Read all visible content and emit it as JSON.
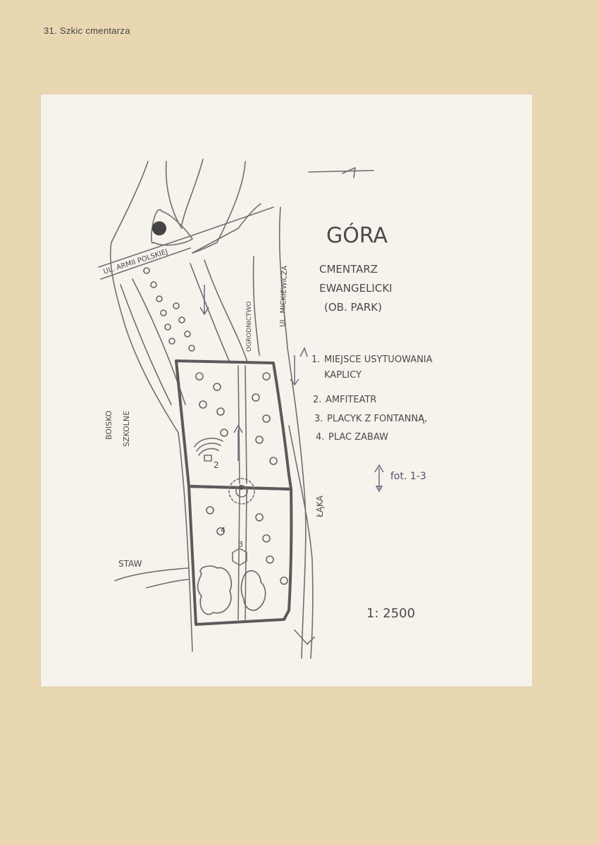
{
  "caption": "31. Szkic cmentarza",
  "title": "GÓRA",
  "subtitle": [
    "CMENTARZ",
    "EWANGELICKI",
    "(OB. PARK)"
  ],
  "streets": {
    "armii": "UL. ARMII POLSKIEJ",
    "mickiewicza": "UL. MICKIEWICZA",
    "ogrodnictwo": "OGRODNICTWO",
    "boisko": [
      "BOISKO",
      "SZKOLNE"
    ],
    "laka": "ŁĄKA",
    "staw": "STAW"
  },
  "legend": [
    {
      "num": "1.",
      "text": [
        "MIEJSCE USYTUOWANIA",
        "KAPLICY"
      ]
    },
    {
      "num": "2.",
      "text": [
        "AMFITEATR"
      ]
    },
    {
      "num": "3.",
      "text": [
        "PLACYK Z FONTANNĄ,"
      ]
    },
    {
      "num": "4.",
      "text": [
        "PLAC ZABAW"
      ]
    }
  ],
  "photo_note": "fot. 1-3",
  "scale": "1: 2500",
  "map_markers": [
    "1",
    "2",
    "3",
    "4"
  ],
  "colors": {
    "pencil": "#5a5a5a",
    "arrow_ink": "#6a5a7a",
    "paper": "#f6f3ec",
    "board": "#e9d7b2"
  }
}
